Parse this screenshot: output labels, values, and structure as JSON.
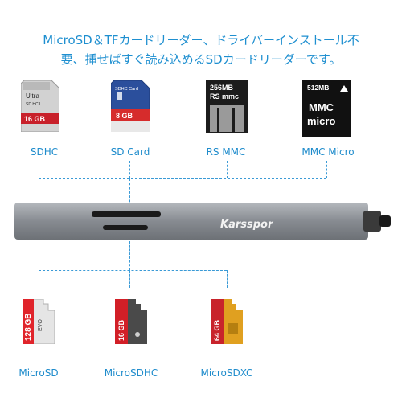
{
  "headline": {
    "line1": "MicroSD＆TFカードリーダー、ドライバーインストール不",
    "line2": "要、挿せばすぐ読み込めるSDカードリーダーです。"
  },
  "top_cards": [
    {
      "label": "SDHC",
      "brand_text": "Ultra",
      "sub_text": "SD HC I",
      "capacity": "16 GB",
      "color": "#c8c8c8",
      "accent": "#c8202a"
    },
    {
      "label": "SD Card",
      "brand_text": "SDHC Card",
      "capacity": "8 GB",
      "color": "#2b4f9c",
      "accent": "#d62c2c"
    },
    {
      "label": "RS MMC",
      "line1": "256MB",
      "line2": "RS mmc"
    },
    {
      "label": "MMC Micro",
      "line1": "512MB",
      "line2": "MMC",
      "line3": "micro"
    }
  ],
  "device": {
    "brand": "Karsspor",
    "color": "#8a8e94"
  },
  "bottom_cards": [
    {
      "label": "MicroSD",
      "capacity": "128 GB",
      "brand_text": "EVO"
    },
    {
      "label": "MicroSDHC",
      "capacity": "16 GB"
    },
    {
      "label": "MicroSDXC",
      "capacity": "64 GB"
    }
  ],
  "colors": {
    "accent_blue": "#1e8fd0",
    "dash_blue": "#3a9ad6"
  }
}
